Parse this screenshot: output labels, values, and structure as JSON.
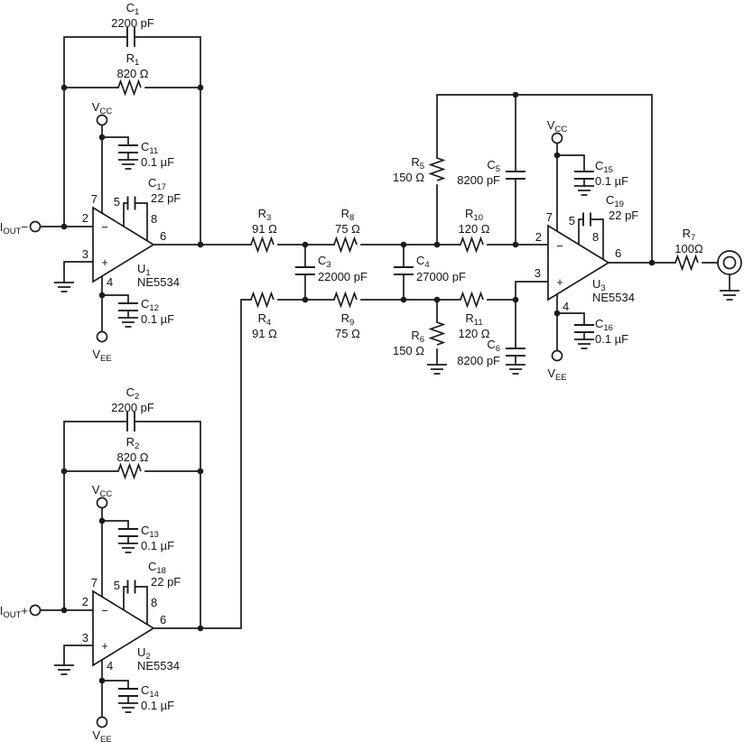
{
  "schematic": {
    "kind": "op-amp active filter schematic",
    "line_color": "#1b1b1b",
    "background": "#ffffff"
  },
  "components": {
    "c1": {
      "ref": "C",
      "sub": "1",
      "value": "2200 pF"
    },
    "c2": {
      "ref": "C",
      "sub": "2",
      "value": "2200 pF"
    },
    "c3": {
      "ref": "C",
      "sub": "3",
      "value": "22000 pF"
    },
    "c4": {
      "ref": "C",
      "sub": "4",
      "value": "27000 pF"
    },
    "c5": {
      "ref": "C",
      "sub": "5",
      "value": "8200 pF"
    },
    "c6": {
      "ref": "C",
      "sub": "6",
      "value": "8200 pF"
    },
    "c11": {
      "ref": "C",
      "sub": "11",
      "value": "0.1 µF"
    },
    "c12": {
      "ref": "C",
      "sub": "12",
      "value": "0.1 µF"
    },
    "c13": {
      "ref": "C",
      "sub": "13",
      "value": "0.1 µF"
    },
    "c14": {
      "ref": "C",
      "sub": "14",
      "value": "0.1 µF"
    },
    "c15": {
      "ref": "C",
      "sub": "15",
      "value": "0.1 µF"
    },
    "c16": {
      "ref": "C",
      "sub": "16",
      "value": "0.1 µF"
    },
    "c17": {
      "ref": "C",
      "sub": "17",
      "value": "22 pF"
    },
    "c18": {
      "ref": "C",
      "sub": "18",
      "value": "22 pF"
    },
    "c19": {
      "ref": "C",
      "sub": "19",
      "value": "22 pF"
    },
    "r1": {
      "ref": "R",
      "sub": "1",
      "value": "820 Ω"
    },
    "r2": {
      "ref": "R",
      "sub": "2",
      "value": "820 Ω"
    },
    "r3": {
      "ref": "R",
      "sub": "3",
      "value": "91 Ω"
    },
    "r4": {
      "ref": "R",
      "sub": "4",
      "value": "91 Ω"
    },
    "r5": {
      "ref": "R",
      "sub": "5",
      "value": "150 Ω"
    },
    "r6": {
      "ref": "R",
      "sub": "6",
      "value": "150 Ω"
    },
    "r7": {
      "ref": "R",
      "sub": "7",
      "value": "100Ω"
    },
    "r8": {
      "ref": "R",
      "sub": "8",
      "value": "75 Ω"
    },
    "r9": {
      "ref": "R",
      "sub": "9",
      "value": "75 Ω"
    },
    "r10": {
      "ref": "R",
      "sub": "10",
      "value": "120 Ω"
    },
    "r11": {
      "ref": "R",
      "sub": "11",
      "value": "120 Ω"
    },
    "u1": {
      "ref": "U",
      "sub": "1",
      "part": "NE5534"
    },
    "u2": {
      "ref": "U",
      "sub": "2",
      "part": "NE5534"
    },
    "u3": {
      "ref": "U",
      "sub": "3",
      "part": "NE5534"
    }
  },
  "power": {
    "vcc": {
      "ref": "V",
      "sub": "CC"
    },
    "vee": {
      "ref": "V",
      "sub": "EE"
    }
  },
  "ports": {
    "iout_neg": {
      "ref": "I",
      "sub": "OUT",
      "polarity": "−"
    },
    "iout_pos": {
      "ref": "I",
      "sub": "OUT",
      "polarity": "+"
    }
  },
  "pins": {
    "inverting": "2",
    "noninverting": "3",
    "v_minus": "4",
    "comp_a": "5",
    "output": "6",
    "v_plus": "7",
    "comp_b": "8"
  },
  "signs": {
    "minus": "−",
    "plus": "+"
  }
}
